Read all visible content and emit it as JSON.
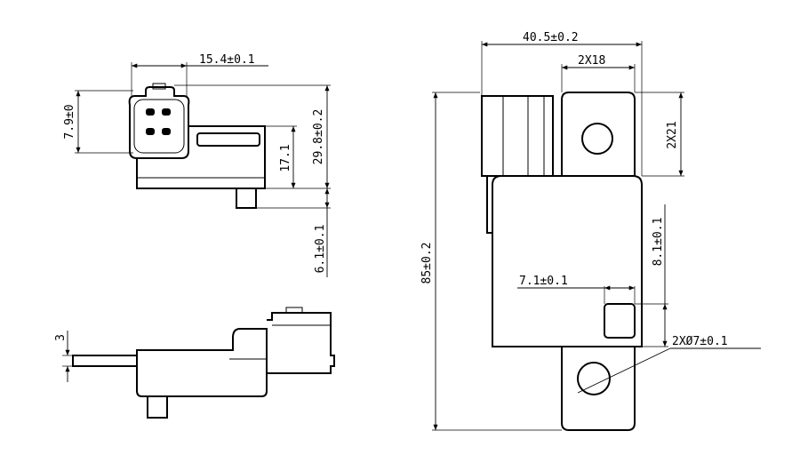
{
  "dimensions": {
    "top_view": {
      "connector_offset": "15.4±0.1",
      "connector_height": "7.9±0",
      "total_height": "29.8±0.2",
      "body_height": "17.1",
      "stub_length": "6.1±0.1"
    },
    "side_view": {
      "tab_thickness": "3"
    },
    "front_view": {
      "overall_width": "40.5±0.2",
      "bracket_width": "2X18",
      "bracket_height": "2X21",
      "overall_length": "85±0.2",
      "hole_vertical_offset": "8.1±0.1",
      "hole_horizontal_offset": "7.1±0.1",
      "hole_diameter": "2XØ7±0.1"
    }
  }
}
